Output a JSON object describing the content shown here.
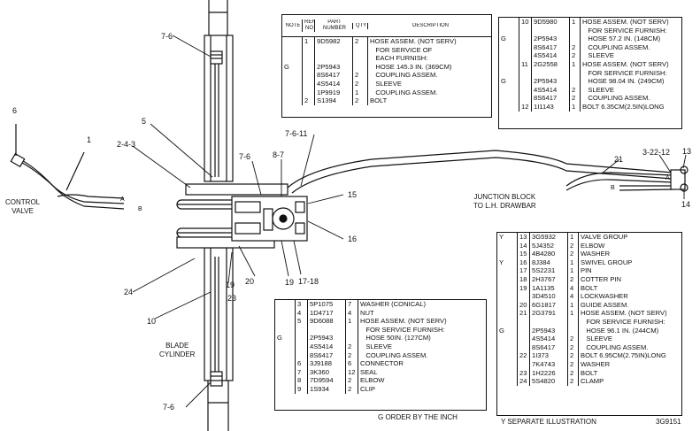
{
  "callouts": {
    "c7_6_top": "7-6",
    "c6": "6",
    "c5": "5",
    "c1": "1",
    "c2_4_3": "2-4-3",
    "c7_6_mid": "7-6",
    "c8_7": "8-7",
    "c7_6_11": "7-6-11",
    "c15": "15",
    "c16": "16",
    "c17_18": "17-18",
    "c19a": "19",
    "c20": "20",
    "c19b": "19",
    "c23": "23",
    "c24": "24",
    "c10": "10",
    "c7_6_bot": "7-6",
    "c21": "21",
    "c3_22_12": "3-22-12",
    "c13": "13",
    "c14": "14",
    "a1": "A",
    "b1": "B",
    "a2": "A",
    "b2": "B",
    "control_valve": "CONTROL\nVALVE",
    "blade_cylinder": "BLADE\nCYLINDER",
    "junction_block": "JUNCTION BLOCK\nTO L.H. DRAWBAR"
  },
  "table1": {
    "headers": [
      "NOTE",
      "REF NO",
      "PART NUMBER",
      "QTY",
      "DESCRIPTION"
    ],
    "rows": [
      [
        "",
        "1",
        "9D5982",
        "2",
        "HOSE ASSEM. (NOT SERV)"
      ],
      [
        "",
        "",
        "",
        "",
        "   FOR SERVICE OF"
      ],
      [
        "",
        "",
        "",
        "",
        "   EACH FURNISH:"
      ],
      [
        "G",
        "",
        "2P5943",
        "",
        "   HOSE 145.3 IN. (369CM)"
      ],
      [
        "",
        "",
        "8S6417",
        "2",
        "   COUPLING ASSEM."
      ],
      [
        "",
        "",
        "4S5414",
        "2",
        "   SLEEVE"
      ],
      [
        "",
        "",
        "1P9919",
        "1",
        "   COUPLING ASSEM."
      ],
      [
        "",
        "2",
        "S1394",
        "2",
        "BOLT"
      ]
    ]
  },
  "table2": {
    "rows": [
      [
        "",
        "10",
        "9D5980",
        "1",
        "HOSE ASSEM. (NOT SERV)"
      ],
      [
        "",
        "",
        "",
        "",
        "   FOR SERVICE FURNISH:"
      ],
      [
        "G",
        "",
        "2P5943",
        "",
        "   HOSE 57.2 IN. (148CM)"
      ],
      [
        "",
        "",
        "8S6417",
        "2",
        "   COUPLING ASSEM."
      ],
      [
        "",
        "",
        "4S5414",
        "2",
        "   SLEEVE"
      ],
      [
        "",
        "11",
        "2G2558",
        "1",
        "HOSE ASSEM. (NOT SERV)"
      ],
      [
        "",
        "",
        "",
        "",
        "   FOR SERVICE FURNISH:"
      ],
      [
        "G",
        "",
        "2P5943",
        "",
        "   HOSE 98.04 IN. (249CM)"
      ],
      [
        "",
        "",
        "4S5414",
        "2",
        "   SLEEVE"
      ],
      [
        "",
        "",
        "8S6417",
        "2",
        "   COUPLING ASSEM."
      ],
      [
        "",
        "12",
        "1I1143",
        "1",
        "BOLT 6.35CM(2.5IN)LONG"
      ]
    ]
  },
  "table3": {
    "rows": [
      [
        "",
        "3",
        "5P1075",
        "7",
        "WASHER (CONICAL)"
      ],
      [
        "",
        "4",
        "1D4717",
        "4",
        "NUT"
      ],
      [
        "",
        "5",
        "9D6088",
        "1",
        "HOSE ASSEM. (NOT SERV)"
      ],
      [
        "",
        "",
        "",
        "",
        "   FOR SERVICE FURNISH:"
      ],
      [
        "G",
        "",
        "2P5943",
        "",
        "   HOSE 50IN. (127CM)"
      ],
      [
        "",
        "",
        "4S5414",
        "2",
        "   SLEEVE"
      ],
      [
        "",
        "",
        "8S6417",
        "2",
        "   COUPLING ASSEM."
      ],
      [
        "",
        "6",
        "3J9188",
        "6",
        "CONNECTOR"
      ],
      [
        "",
        "7",
        "3K360",
        "12",
        "SEAL"
      ],
      [
        "",
        "8",
        "7D9594",
        "2",
        "ELBOW"
      ],
      [
        "",
        "9",
        "1S934",
        "2",
        "CLIP"
      ]
    ],
    "footnote": "G    ORDER BY THE INCH"
  },
  "table4": {
    "rows": [
      [
        "Y",
        "13",
        "3G5932",
        "1",
        "VALVE GROUP"
      ],
      [
        "",
        "14",
        "5J4352",
        "2",
        "ELBOW"
      ],
      [
        "",
        "15",
        "4B4280",
        "2",
        "WASHER"
      ],
      [
        "Y",
        "16",
        "8J384",
        "1",
        "SWIVEL GROUP"
      ],
      [
        "",
        "17",
        "5S2231",
        "1",
        "PIN"
      ],
      [
        "",
        "18",
        "2H3767",
        "2",
        "COTTER PIN"
      ],
      [
        "",
        "19",
        "1A1135",
        "4",
        "BOLT"
      ],
      [
        "",
        "",
        "3D4510",
        "4",
        "LOCKWASHER"
      ],
      [
        "",
        "20",
        "6G1817",
        "1",
        "GUIDE ASSEM."
      ],
      [
        "",
        "21",
        "2G3791",
        "1",
        "HOSE ASSEM. (NOT SERV)"
      ],
      [
        "",
        "",
        "",
        "",
        "   FOR SERVICE FURNISH:"
      ],
      [
        "G",
        "",
        "2P5943",
        "",
        "   HOSE 96.1 IN. (244CM)"
      ],
      [
        "",
        "",
        "4S5414",
        "2",
        "   SLEEVE"
      ],
      [
        "",
        "",
        "8S6417",
        "2",
        "   COUPLING ASSEM."
      ],
      [
        "",
        "22",
        "1I373",
        "2",
        "BOLT 6.95CM(2.75IN)LONG"
      ],
      [
        "",
        "",
        "7K4743",
        "2",
        "WASHER"
      ],
      [
        "",
        "23",
        "1H2226",
        "2",
        "BOLT"
      ],
      [
        "",
        "24",
        "5S4820",
        "2",
        "CLAMP"
      ]
    ],
    "footnote": "Y    SEPARATE ILLUSTRATION",
    "figure_id": "3G9151"
  }
}
